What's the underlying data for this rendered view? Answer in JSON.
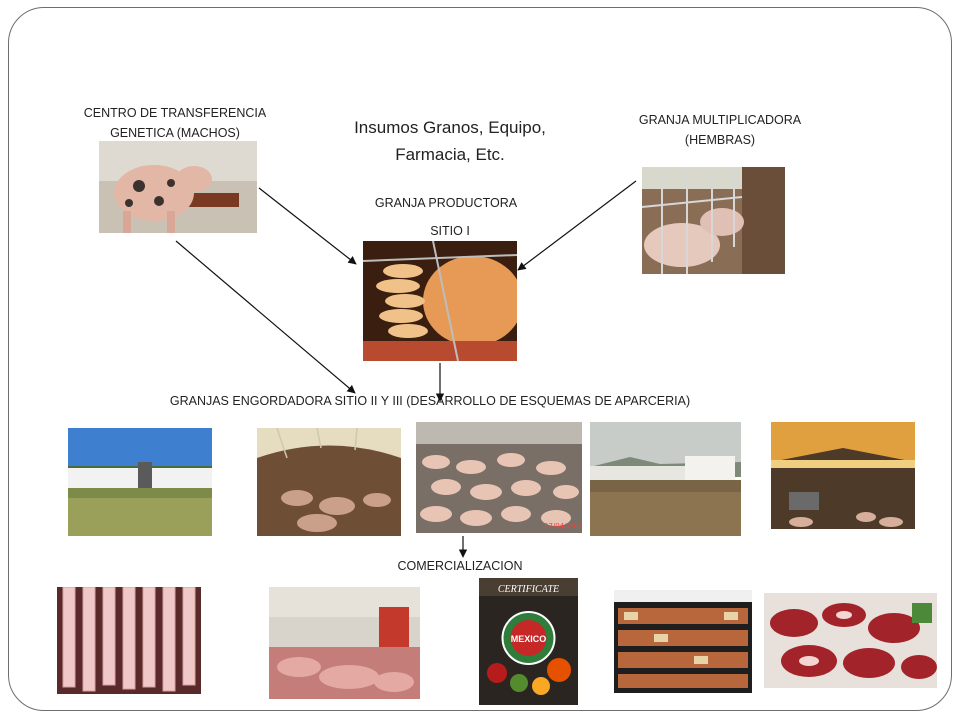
{
  "labels": {
    "centro": [
      "CENTRO DE TRANSFERENCIA",
      "GENETICA (MACHOS)"
    ],
    "insumos": [
      "Insumos Granos, Equipo,",
      "Farmacia, Etc."
    ],
    "multiplicadora": [
      "GRANJA MULTIPLICADORA",
      "(HEMBRAS)"
    ],
    "productora": "GRANJA PRODUCTORA",
    "sitio": "SITIO I",
    "engordadora": "GRANJAS ENGORDADORA SITIO II Y III (DESARROLLO DE ESQUEMAS DE APARCERIA)",
    "comercializacion": "COMERCIALIZACION"
  },
  "certificate": {
    "heading": "CERTIFICATE",
    "seal": "MEXICO"
  },
  "photo_stamp": "27/04/2014",
  "colors": {
    "border": "#6e6e6e",
    "text": "#222222",
    "arrow": "#111111"
  }
}
